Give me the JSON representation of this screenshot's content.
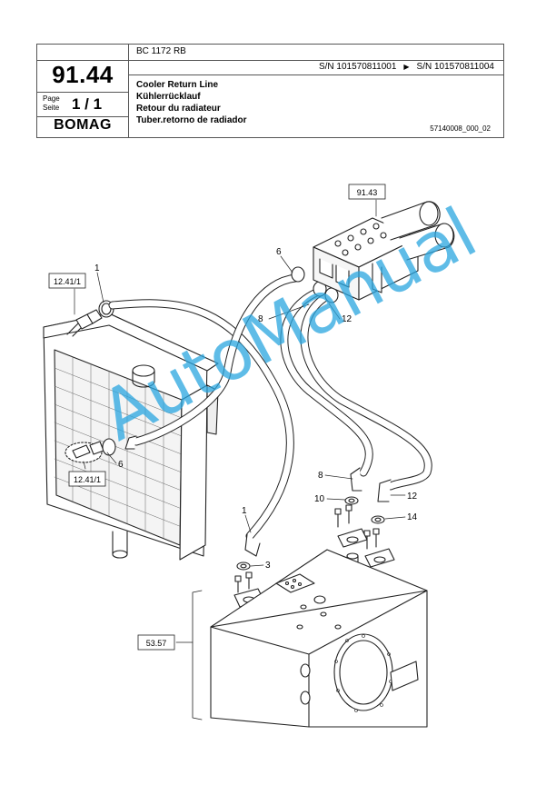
{
  "header": {
    "section_number": "91.44",
    "page_label": "Page\nSeite",
    "page_value": "1 / 1",
    "logo": "BOMAG",
    "model": "BC 1172 RB",
    "sn_from": "S/N 101570811001",
    "sn_to": "S/N 101570811004",
    "titles": [
      "Cooler Return Line",
      "Kühlerrücklauf",
      "Retour du radiateur",
      "Tuber.retorno de radiador"
    ],
    "drawing_number": "57140008_000_02"
  },
  "references": {
    "valve_block": "91.43",
    "cooler_top": "12.41/1",
    "cooler_inset": "12.41/1",
    "tank": "53.57"
  },
  "callouts": {
    "c1_top": "1",
    "c6_top": "6",
    "c8_top": "8",
    "c12_top": "12",
    "c6_inset": "6",
    "c8_low": "8",
    "c10": "10",
    "c12_low": "12",
    "c14": "14",
    "c1_low": "1",
    "c3": "3"
  },
  "watermark": "AutoManual",
  "colors": {
    "line": "#222222",
    "watermark": "#2aa6e0"
  }
}
